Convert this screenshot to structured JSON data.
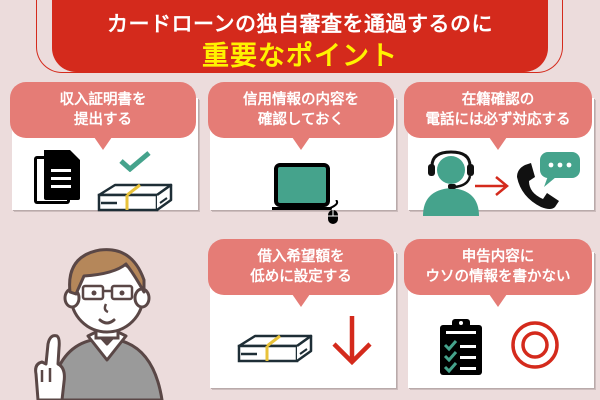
{
  "header": {
    "line1": "カードローンの独自審査を通過するのに",
    "line2": "重要なポイント"
  },
  "colors": {
    "background": "#ecdcdc",
    "header_red": "#d42a1c",
    "headline_yellow": "#fff200",
    "pill": "#e57c76",
    "teal": "#45a38c",
    "arrow_red": "#d42a1c"
  },
  "points": [
    {
      "line1": "収入証明書を",
      "line2": "提出する",
      "icons": [
        "document-icon",
        "check-icon",
        "money-bundle-icon"
      ]
    },
    {
      "line1": "信用情報の内容を",
      "line2": "確認しておく",
      "icons": [
        "laptop-icon",
        "mouse-icon"
      ]
    },
    {
      "line1": "在籍確認の",
      "line2": "電話には必ず対応する",
      "icons": [
        "operator-headset-icon",
        "arrow-right-icon",
        "phone-icon",
        "speech-bubble-icon"
      ]
    },
    {
      "line1": "借入希望額を",
      "line2": "低めに設定する",
      "icons": [
        "money-bundle-icon",
        "arrow-down-icon"
      ]
    },
    {
      "line1": "申告内容に",
      "line2": "ウソの情報を書かない",
      "icons": [
        "checklist-clipboard-icon",
        "circle-ok-icon"
      ]
    }
  ],
  "speech_bubble_dots": "…"
}
